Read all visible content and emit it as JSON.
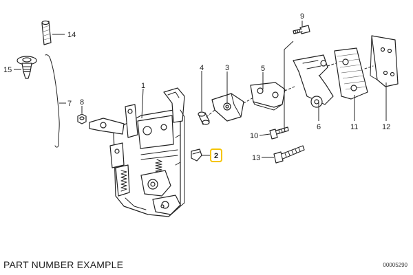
{
  "diagram": {
    "callouts": [
      "1",
      "2",
      "3",
      "4",
      "5",
      "6",
      "7",
      "8",
      "9",
      "10",
      "11",
      "12",
      "13",
      "14",
      "15"
    ],
    "highlighted_callout": "2",
    "highlight_color": "#f5c400"
  },
  "footer": {
    "caption": "PART NUMBER EXAMPLE",
    "code": "00005290"
  }
}
